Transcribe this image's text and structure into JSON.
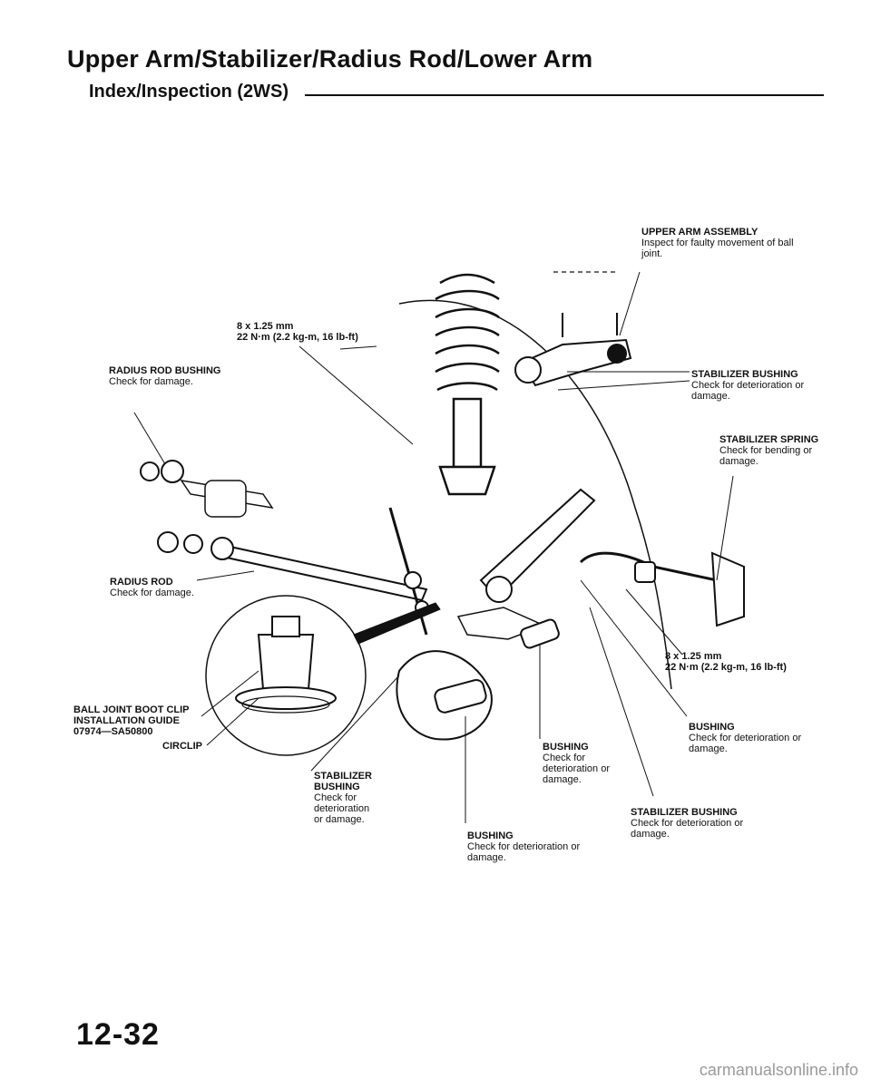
{
  "header": {
    "title": "Upper Arm/Stabilizer/Radius Rod/Lower Arm",
    "subtitle": "Index/Inspection (2WS)"
  },
  "callouts": {
    "upper_arm": {
      "heading": "UPPER ARM ASSEMBLY",
      "body": "Inspect for faulty movement of ball joint."
    },
    "bolt_top": {
      "heading": "8 x 1.25 mm",
      "body": "22 N·m (2.2 kg-m, 16 lb-ft)"
    },
    "radius_rod_bushing": {
      "heading": "RADIUS ROD BUSHING",
      "body": "Check for damage."
    },
    "stab_bushing_top": {
      "heading": "STABILIZER BUSHING",
      "body": "Check for deterioration or damage."
    },
    "stab_spring": {
      "heading": "STABILIZER SPRING",
      "body": "Check for bending or damage."
    },
    "radius_rod": {
      "heading": "RADIUS ROD",
      "body": "Check for damage."
    },
    "bolt_right": {
      "heading": "8 x 1.25 mm",
      "body": "22 N·m (2.2 kg-m, 16 lb-ft)"
    },
    "ball_joint": {
      "heading": "BALL JOINT BOOT CLIP INSTALLATION GUIDE 07974—SA50800",
      "body": ""
    },
    "circlip": {
      "heading": "CIRCLIP",
      "body": ""
    },
    "bushing_right": {
      "heading": "BUSHING",
      "body": "Check for deterioration or damage."
    },
    "bushing_mid": {
      "heading": "BUSHING",
      "body": "Check for deterioration or damage."
    },
    "stab_bushing_left": {
      "heading": "STABILIZER BUSHING",
      "body": "Check for deterioration or damage."
    },
    "stab_bushing_bottom": {
      "heading": "STABILIZER BUSHING",
      "body": "Check for deterioration or damage."
    },
    "bushing_bottom": {
      "heading": "BUSHING",
      "body": "Check for deterioration or damage."
    }
  },
  "footer": {
    "page_number": "12-32",
    "watermark": "carmanualsonline.info"
  }
}
